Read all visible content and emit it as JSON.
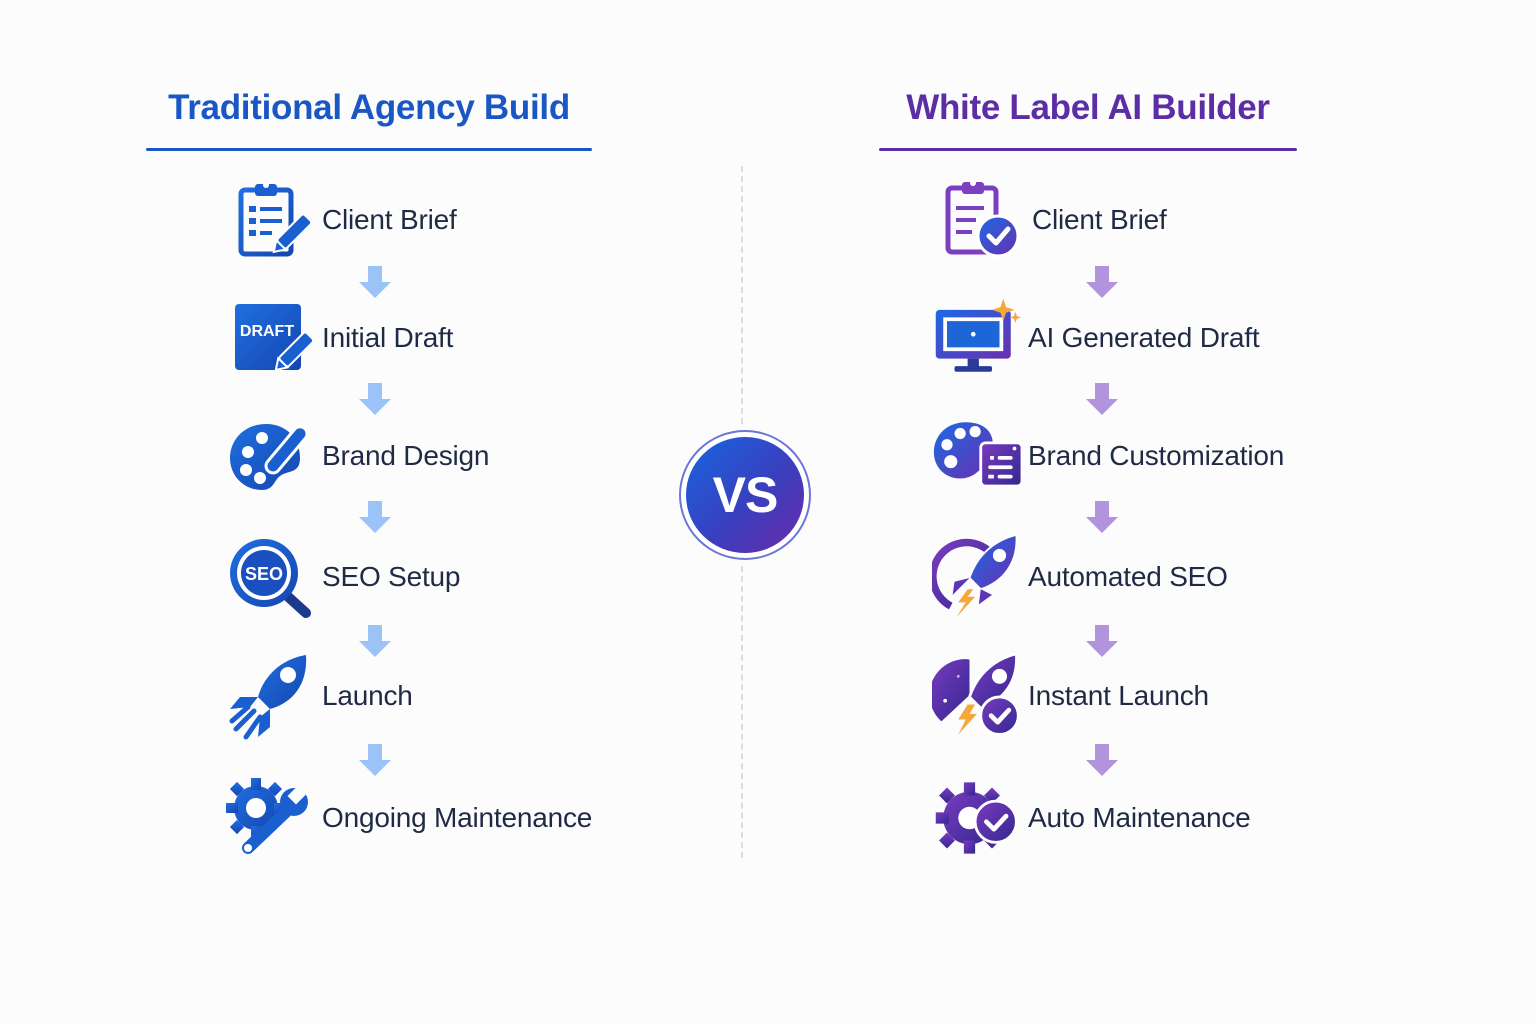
{
  "left_column": {
    "title": "Traditional Agency Build",
    "accent_color": "#1a56c4",
    "arrow_color": "#9cc3f7",
    "steps": [
      {
        "label": "Client Brief",
        "icon": "clipboard-pencil-icon"
      },
      {
        "label": "Initial Draft",
        "icon": "draft-document-pencil-icon",
        "icon_text": "DRAFT"
      },
      {
        "label": "Brand Design",
        "icon": "palette-brush-icon"
      },
      {
        "label": "SEO Setup",
        "icon": "seo-magnifier-icon",
        "icon_text": "SEO"
      },
      {
        "label": "Launch",
        "icon": "rocket-icon"
      },
      {
        "label": "Ongoing Maintenance",
        "icon": "gear-wrench-icon"
      }
    ]
  },
  "right_column": {
    "title": "White Label AI Builder",
    "accent_color": "#5b2ea6",
    "arrow_color": "#b294dd",
    "steps": [
      {
        "label": "Client Brief",
        "icon": "clipboard-check-icon"
      },
      {
        "label": "AI Generated Draft",
        "icon": "monitor-sparkle-icon"
      },
      {
        "label": "Brand Customization",
        "icon": "palette-settings-icon"
      },
      {
        "label": "Automated SEO",
        "icon": "rocket-orbit-icon"
      },
      {
        "label": "Instant Launch",
        "icon": "rocket-check-icon"
      },
      {
        "label": "Auto Maintenance",
        "icon": "gear-check-icon"
      }
    ]
  },
  "center": {
    "badge_text": "VS"
  }
}
